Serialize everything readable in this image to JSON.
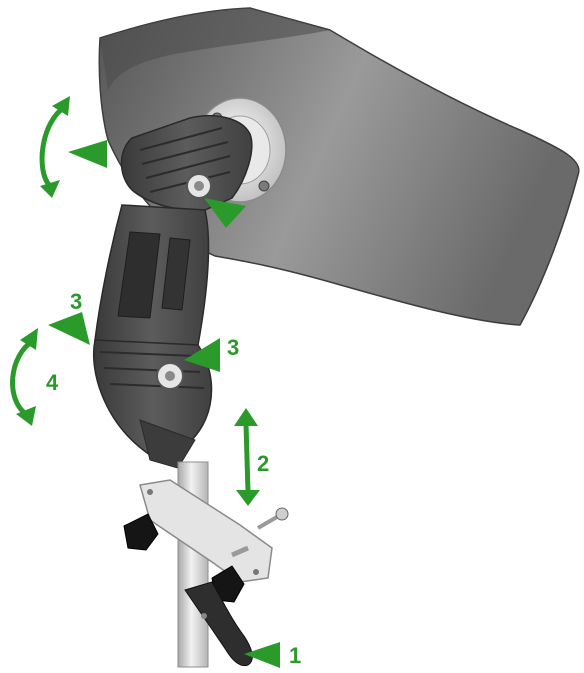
{
  "callouts": {
    "one": "1",
    "two": "2",
    "three_upper": "3",
    "three_lower": "3",
    "four": "4"
  },
  "colors": {
    "callout_green": "#2a9a2a",
    "pad_dark": "#505050",
    "bracket_gray": "#4a4a4a",
    "hardware_silver": "#d8d8d8"
  },
  "icons": {
    "arrow_style": "green-triangle-pointer",
    "rotation_arrows": "curved-double-arrow",
    "height_arrow": "straight-double-arrow"
  }
}
